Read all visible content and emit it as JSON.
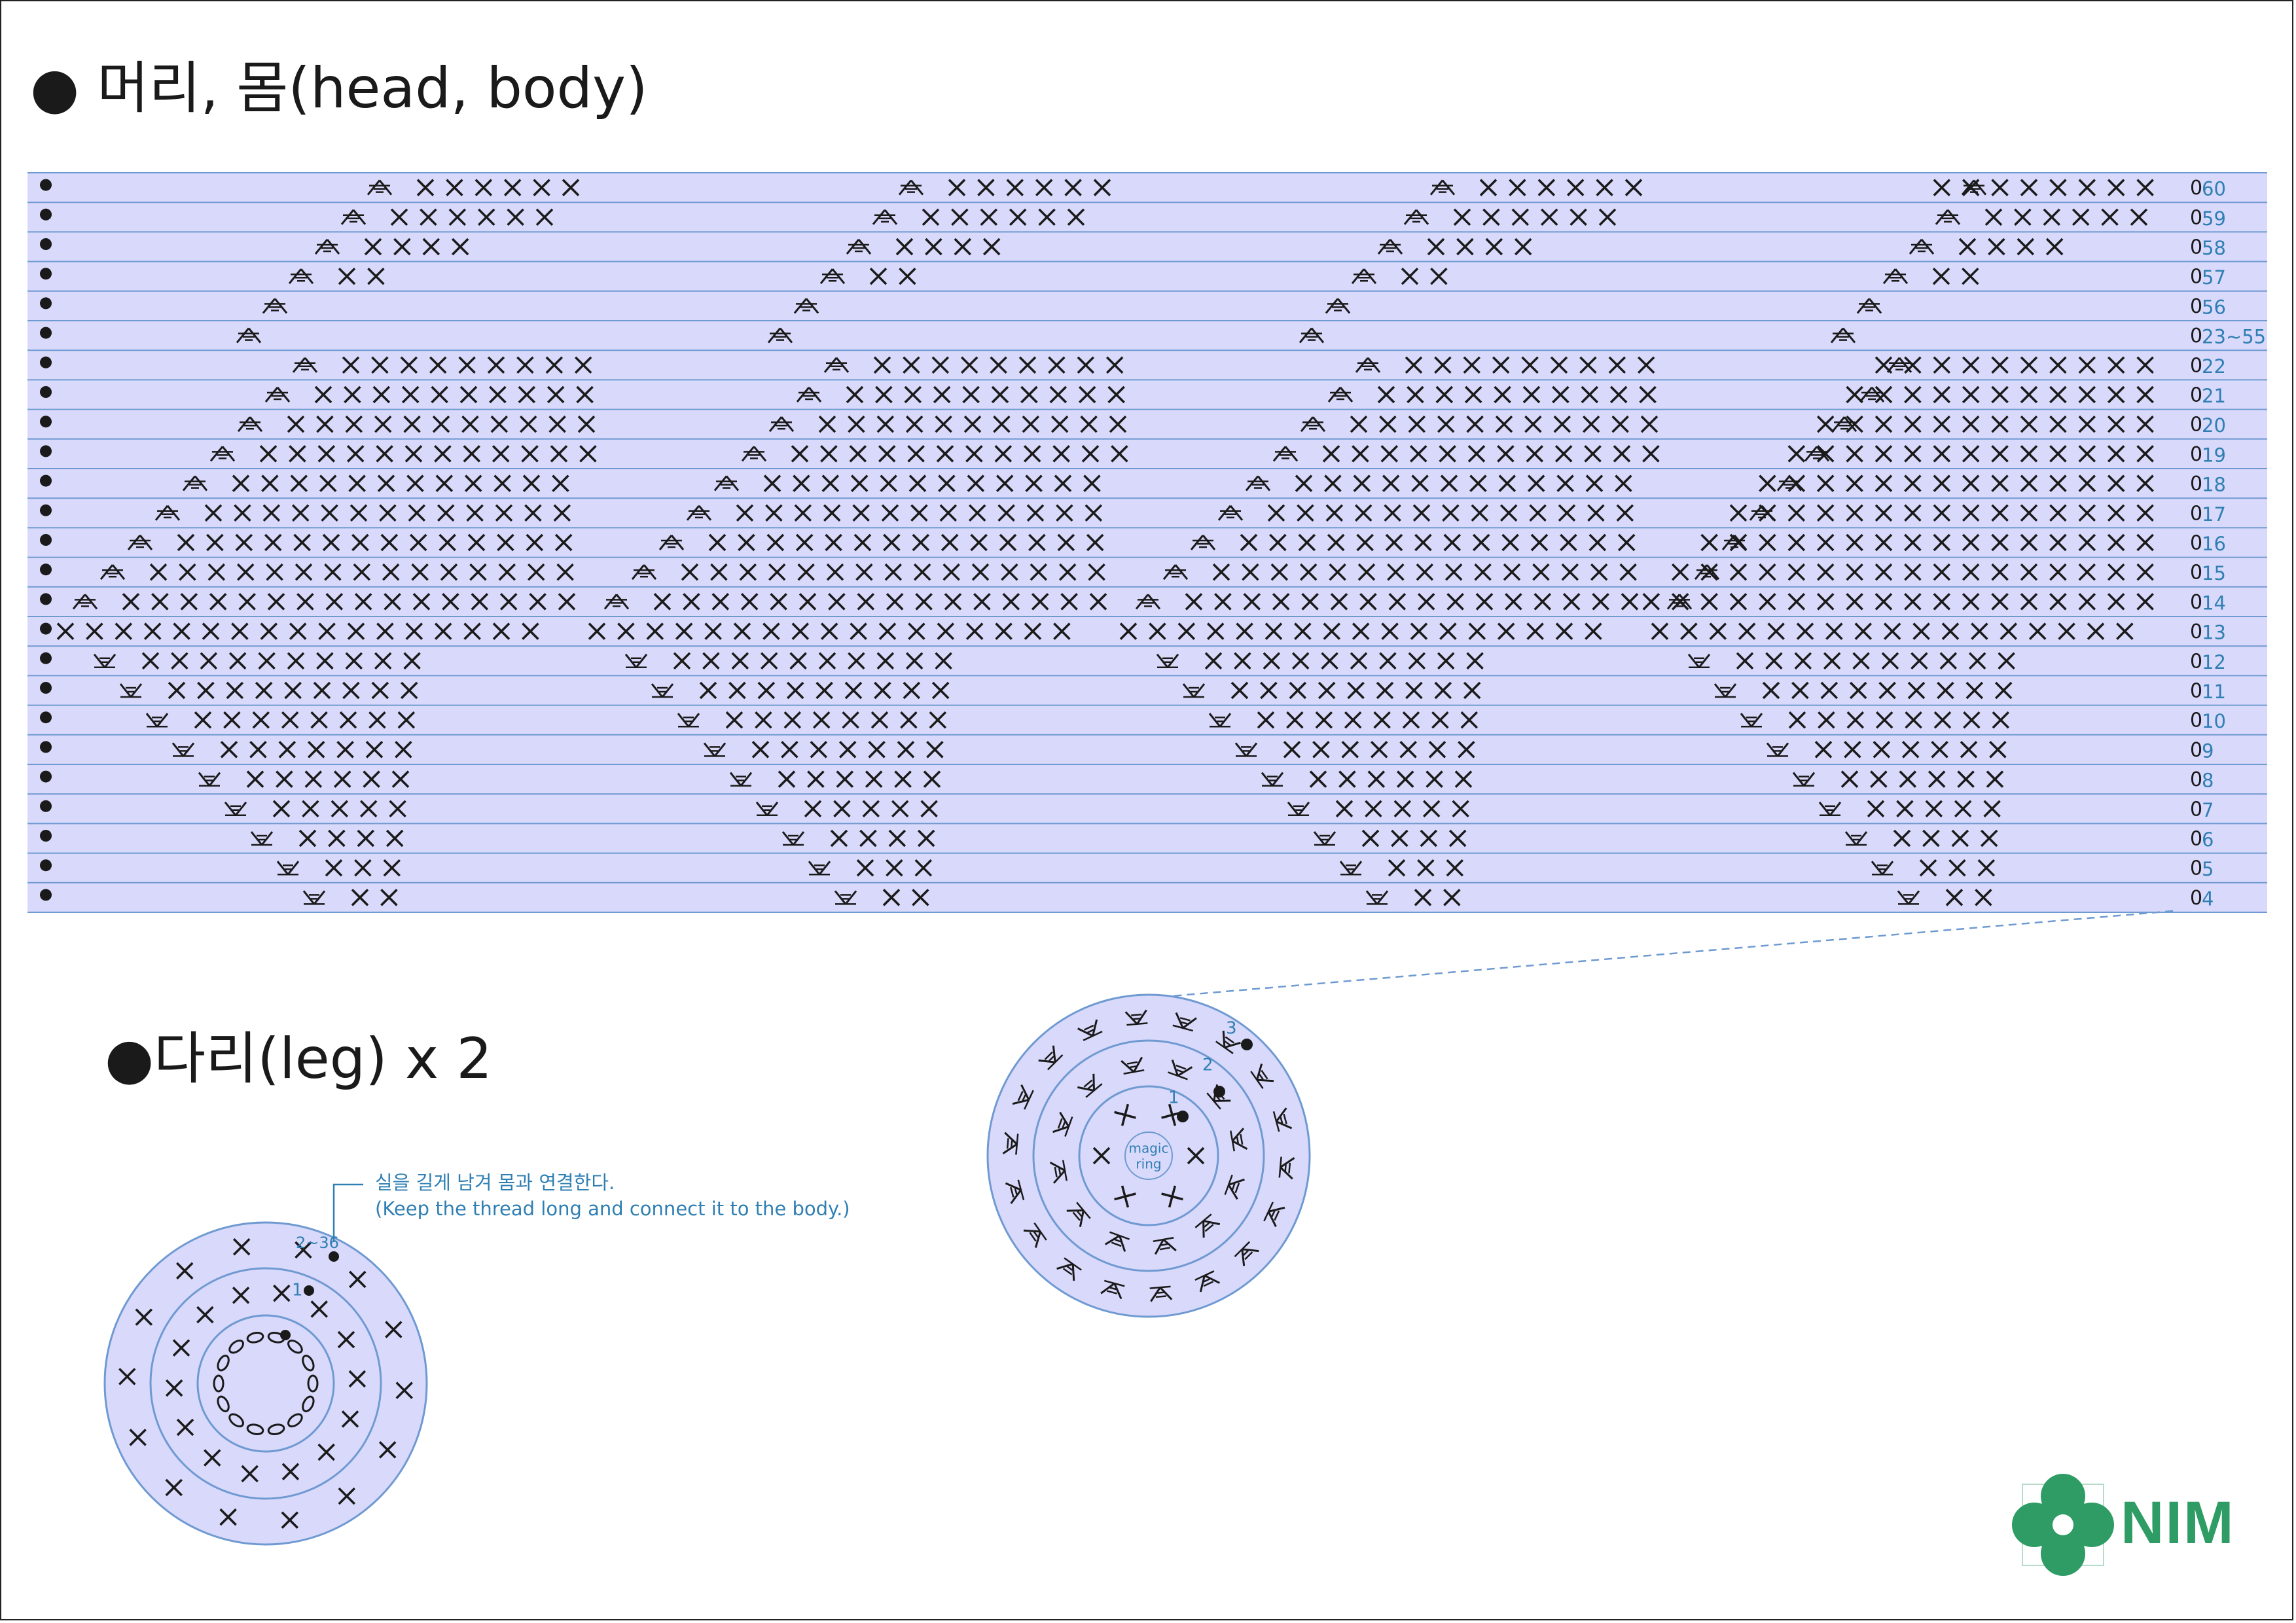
{
  "titles": {
    "head_body": "● 머리, 몸(head, body)",
    "leg": "●다리(leg) x 2"
  },
  "notes": {
    "korean": "실을 길게 남겨 몸과 연결한다.",
    "english": "(Keep the thread long and connect it to the body.)"
  },
  "symbols": {
    "sc": "✕",
    "ch": "⬭",
    "slip": "●",
    "start": "0"
  },
  "grid": {
    "row_labels": [
      "60",
      "59",
      "58",
      "57",
      "56",
      "23~55",
      "22",
      "21",
      "20",
      "19",
      "18",
      "17",
      "16",
      "15",
      "14",
      "13",
      "12",
      "11",
      "10",
      "9",
      "8",
      "7",
      "6",
      "5",
      "4"
    ]
  },
  "magic_ring": {
    "label_line1": "magic",
    "label_line2": "ring",
    "round_labels": [
      "1",
      "2",
      "3"
    ]
  },
  "leg_chart": {
    "round_labels": [
      "1",
      "2~36"
    ]
  },
  "colors": {
    "chart_fill": "#d9d9fb",
    "grid_line": "#6f9ad1",
    "label_blue": "#2f7fb3",
    "logo_green": "#2e9c64",
    "ink": "#1a1a1a"
  },
  "logo": {
    "text": "NIM"
  }
}
